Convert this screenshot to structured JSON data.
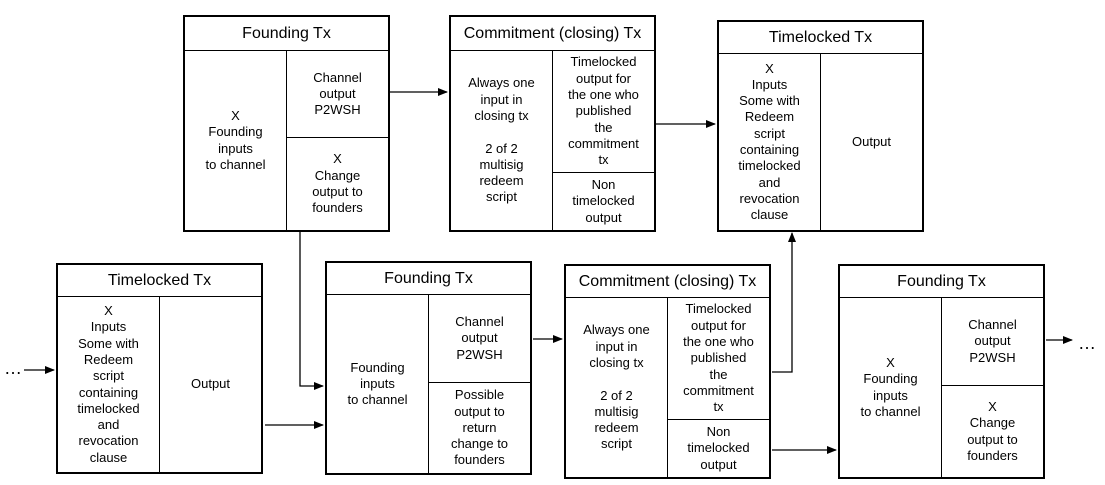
{
  "boxes": {
    "founding_top": {
      "title": "Founding Tx",
      "left": "X\nFounding\ninputs\nto channel",
      "right_top": "Channel\noutput\nP2WSH",
      "right_bottom": "X\nChange\noutput to\nfounders"
    },
    "commitment_top": {
      "title": "Commitment (closing) Tx",
      "left": "Always one\ninput in\nclosing tx\n\n2 of 2\nmultisig\nredeem\nscript",
      "right_top": "Timelocked\noutput for\nthe one who\npublished\nthe\ncommitment\ntx",
      "right_bottom": "Non\ntimelocked\noutput"
    },
    "timelocked_top": {
      "title": "Timelocked Tx",
      "left": "X\nInputs\nSome with\nRedeem\nscript\ncontaining\ntimelocked\nand\nrevocation\nclause",
      "right": "Output"
    },
    "timelocked_bottom": {
      "title": "Timelocked Tx",
      "left": "X\nInputs\nSome with\nRedeem\nscript\ncontaining\ntimelocked\nand\nrevocation\nclause",
      "right": "Output"
    },
    "founding_mid": {
      "title": "Founding Tx",
      "left": "Founding\ninputs\nto channel",
      "right_top": "Channel\noutput\nP2WSH",
      "right_bottom": "Possible\noutput to\nreturn\nchange to\nfounders"
    },
    "commitment_bottom": {
      "title": "Commitment (closing) Tx",
      "left": "Always one\ninput in\nclosing tx\n\n2 of 2\nmultisig\nredeem\nscript",
      "right_top": "Timelocked\noutput for\nthe one who\npublished\nthe\ncommitment\ntx",
      "right_bottom": "Non\ntimelocked\noutput"
    },
    "founding_right": {
      "title": "Founding Tx",
      "left": "X\nFounding\ninputs\nto channel",
      "right_top": "Channel\noutput\nP2WSH",
      "right_bottom": "X\nChange\noutput to\nfounders"
    }
  },
  "ellipsis_left": "…",
  "ellipsis_right": "…"
}
